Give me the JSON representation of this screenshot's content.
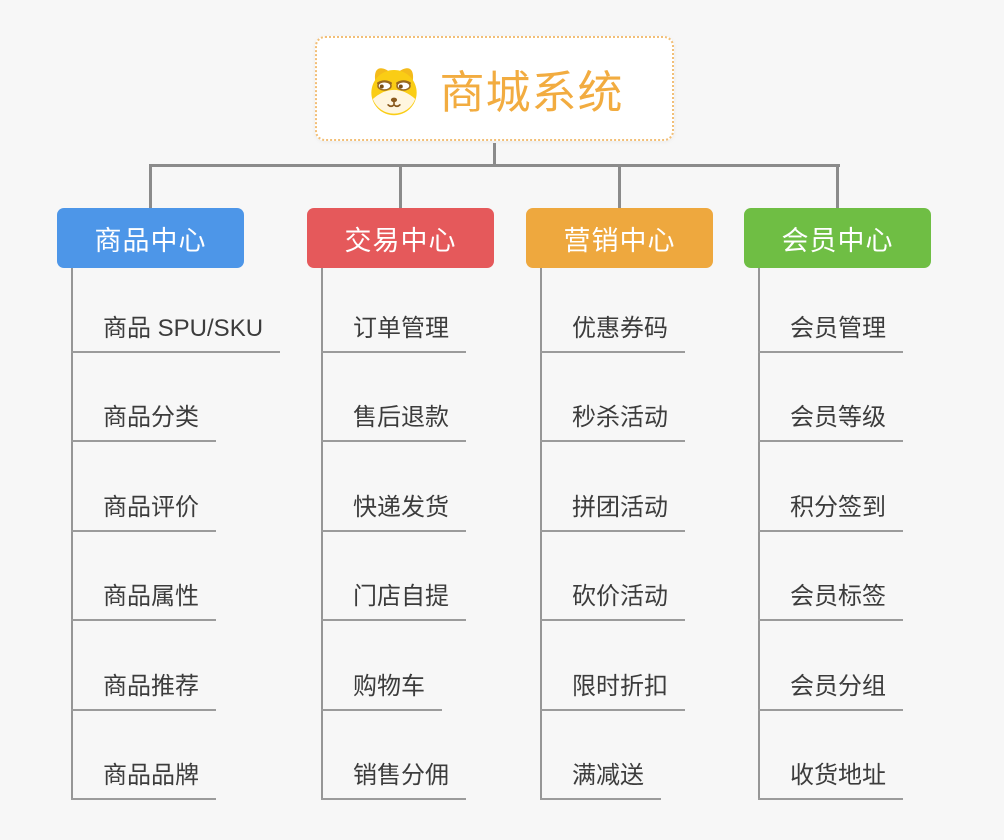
{
  "root": {
    "label": "商城系统",
    "icon": "doge-icon",
    "text_color": "#F2AC40",
    "border_color": "#F2BF77"
  },
  "connector_color": "#8B8B8B",
  "branches": [
    {
      "label": "商品中心",
      "color": "#4D96E8",
      "children": [
        "商品 SPU/SKU",
        "商品分类",
        "商品评价",
        "商品属性",
        "商品推荐",
        "商品品牌"
      ]
    },
    {
      "label": "交易中心",
      "color": "#E5595B",
      "children": [
        "订单管理",
        "售后退款",
        "快递发货",
        "门店自提",
        "购物车",
        "销售分佣"
      ]
    },
    {
      "label": "营销中心",
      "color": "#EEA83E",
      "children": [
        "优惠券码",
        "秒杀活动",
        "拼团活动",
        "砍价活动",
        "限时折扣",
        "满减送"
      ]
    },
    {
      "label": "会员中心",
      "color": "#6FBE44",
      "children": [
        "会员管理",
        "会员等级",
        "积分签到",
        "会员标签",
        "会员分组",
        "收货地址"
      ]
    }
  ]
}
